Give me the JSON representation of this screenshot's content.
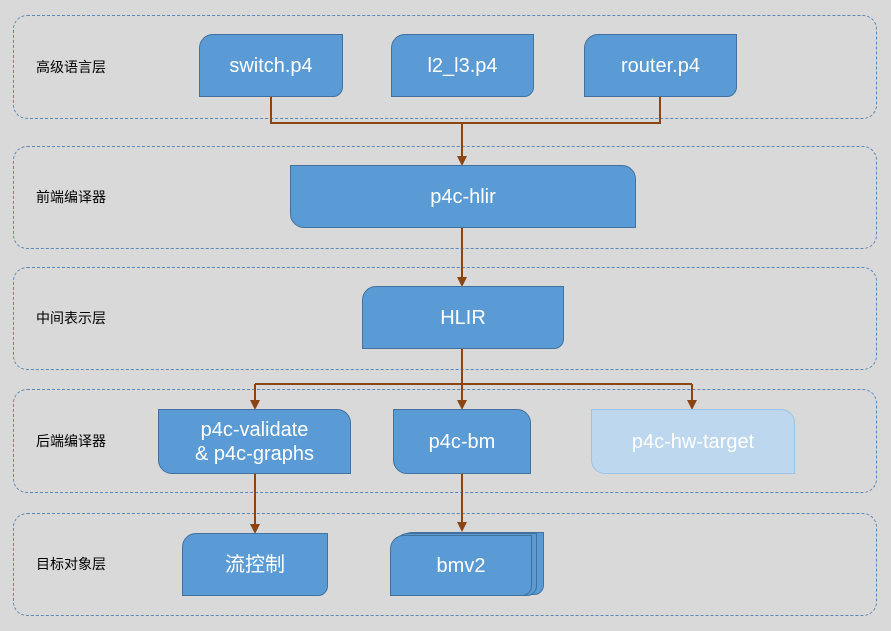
{
  "layers": {
    "high_level": "高级语言层",
    "frontend": "前端编译器",
    "ir": "中间表示层",
    "backend": "后端编译器",
    "target": "目标对象层"
  },
  "nodes": {
    "switch": "switch.p4",
    "l2_l3": "l2_l3.p4",
    "router": "router.p4",
    "hlir_compiler": "p4c-hlir",
    "hlir": "HLIR",
    "validate_line1": "p4c-validate",
    "validate_line2": "& p4c-graphs",
    "bm": "p4c-bm",
    "hw_target": "p4c-hw-target",
    "flow_control": "流控制",
    "bmv2": "bmv2"
  },
  "colors": {
    "node_fill": "#5b9bd5",
    "node_fill_light": "#bdd7ee",
    "arrow": "#8b4513",
    "layer_border": "#5b86b5",
    "background": "#d9d9d9"
  }
}
